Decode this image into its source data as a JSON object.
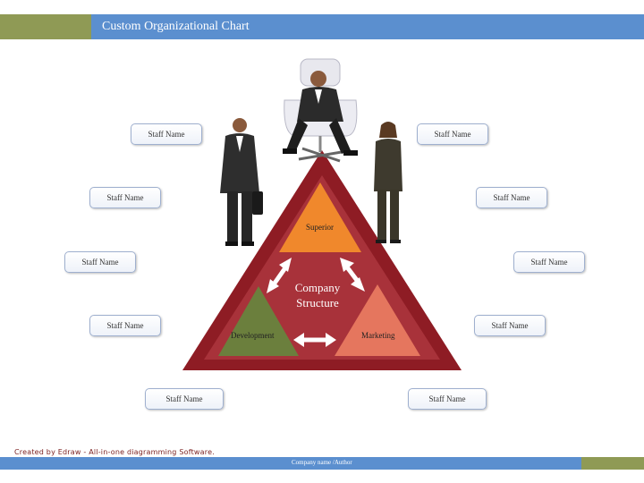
{
  "header": {
    "title": "Custom Organizational Chart"
  },
  "staff_boxes": [
    "Staff Name",
    "Staff Name",
    "Staff Name",
    "Staff Name",
    "Staff Name",
    "Staff Name",
    "Staff Name",
    "Staff Name",
    "Staff Name",
    "Staff Name"
  ],
  "triangle": {
    "top_label": "Superior",
    "center_label_line1": "Company",
    "center_label_line2": "Structure",
    "left_label": "Development",
    "right_label": "Marketing"
  },
  "footer": {
    "credit": "Created by Edraw - All-in-one diagramming Software.",
    "company": "Company name /Author"
  },
  "colors": {
    "header_blue": "#5b8fcf",
    "header_olive": "#8f9a55",
    "triangle_outer": "#8e1c24",
    "triangle_inner": "#a8323a",
    "superior_fill": "#f0882c",
    "development_fill": "#6b7f3d",
    "marketing_fill": "#e5765e"
  },
  "icons": [
    "executive-in-chair-icon",
    "businessman-icon",
    "businesswoman-icon",
    "double-arrow-icon"
  ]
}
